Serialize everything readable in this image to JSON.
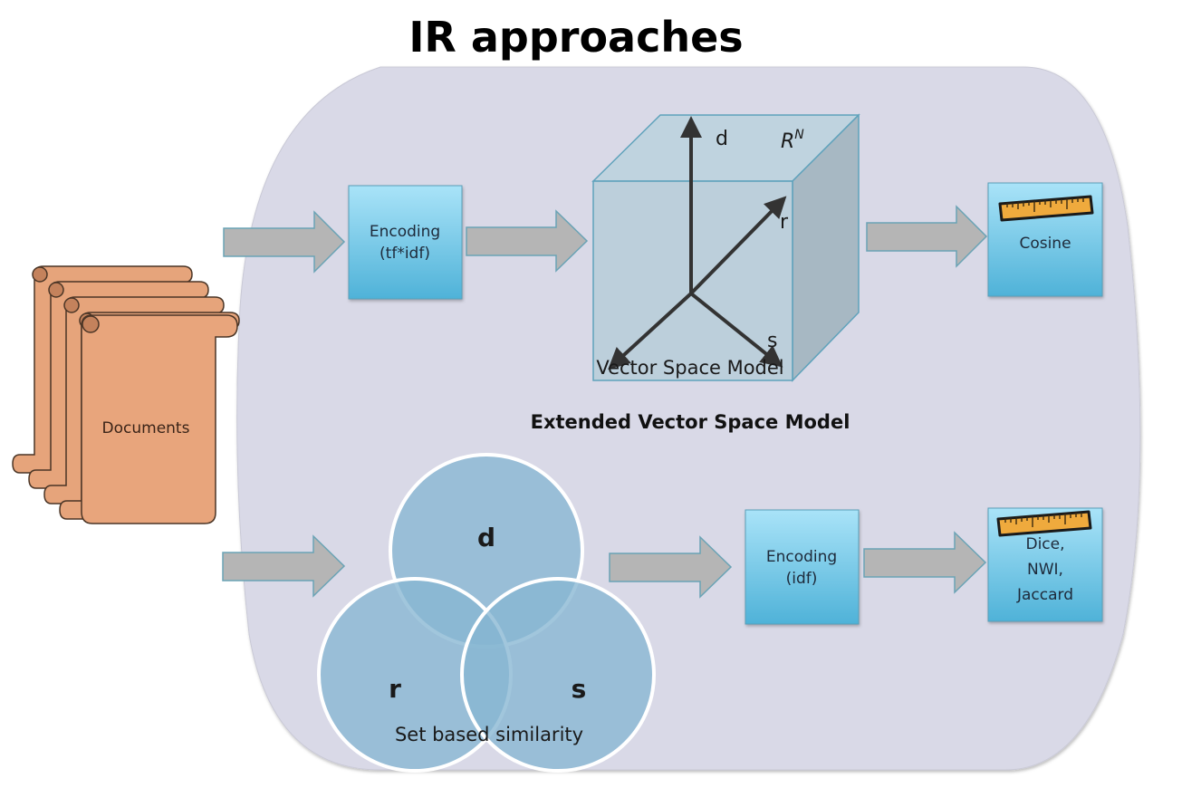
{
  "title": "IR approaches",
  "documents": {
    "label": "Documents"
  },
  "top_row": {
    "encoding": {
      "line1": "Encoding",
      "line2": "(tf*idf)"
    },
    "vector_space": {
      "axes": {
        "d": "d",
        "r": "r",
        "s": "s"
      },
      "space_label": "R",
      "space_superscript": "N",
      "caption": "Vector Space Model"
    },
    "measure": {
      "label": "Cosine",
      "icon": "ruler-icon"
    },
    "section_caption": "Extended Vector Space Model"
  },
  "bottom_row": {
    "venn": {
      "sets": {
        "d": "d",
        "r": "r",
        "s": "s"
      },
      "caption": "Set based similarity"
    },
    "encoding": {
      "line1": "Encoding",
      "line2": "(idf)"
    },
    "measure": {
      "lines": [
        "Dice,",
        "NWI,",
        "Jaccard"
      ],
      "icon": "ruler-icon"
    }
  },
  "colors": {
    "background_blob": "#d9d9e6",
    "box_top": "#a8e2f7",
    "box_bottom": "#4fb3d9",
    "arrow_fill": "#b3b3b3",
    "arrow_stroke": "#6aa3b5",
    "document_fill": "#e8a57c",
    "cube_front": "#b7ccd8",
    "venn_fill": "#7fb1cf",
    "ruler_fill": "#f0a93c"
  }
}
